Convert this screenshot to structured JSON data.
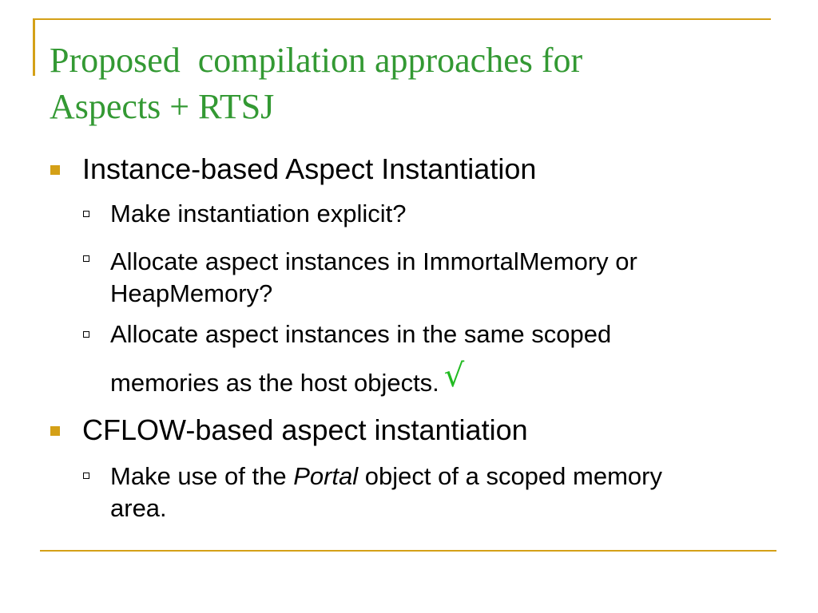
{
  "slide": {
    "title_line1": "Proposed  compilation approaches for",
    "title_line2": "Aspects + RTSJ",
    "bullets": [
      {
        "text": "Instance-based Aspect Instantiation",
        "subs": [
          {
            "lines": [
              "Make instantiation explicit?"
            ]
          },
          {
            "lines": [
              "Allocate aspect instances in ImmortalMemory or",
              "HeapMemory?"
            ]
          },
          {
            "lines": [
              "Allocate aspect instances in the same scoped",
              "memories as the host objects."
            ],
            "mark": "√"
          }
        ]
      },
      {
        "text": "CFLOW-based aspect instantiation",
        "subs": [
          {
            "before": "Make use of the ",
            "italic": "Portal",
            "after": " object of a scoped memory",
            "line2": "area."
          }
        ]
      }
    ],
    "colors": {
      "title": "#339933",
      "accent": "#d4a017",
      "checkmark": "#22bb22"
    }
  }
}
